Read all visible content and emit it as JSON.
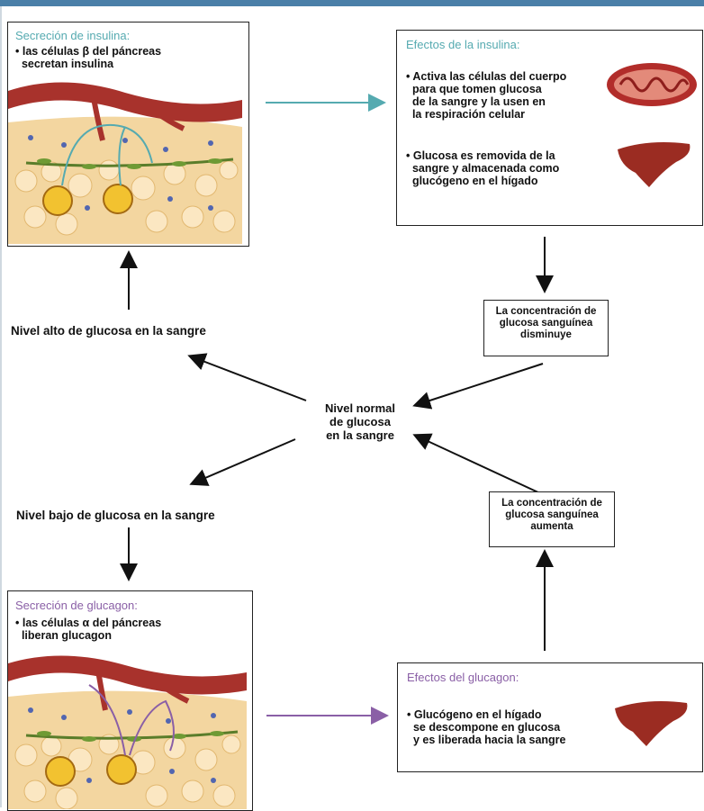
{
  "insulin_secretion": {
    "title": "Secreción de insulina:",
    "bullet": "• las células β del páncreas\n  secretan insulina"
  },
  "insulin_effects": {
    "title": "Efectos de la insulina:",
    "bullet1": "• Activa las células del cuerpo\n  para que tomen glucosa\n  de la sangre y la usen en\n  la respiración celular",
    "bullet2": "• Glucosa es removida de la\n  sangre y almacenada como\n  glucógeno en el hígado"
  },
  "glucose_decreases": "La concentración de glucosa  sanguínea disminuye",
  "glucose_increases": "La concentración de glucosa  sanguínea aumenta",
  "high_glucose": "Nivel alto de glucosa en la sangre",
  "low_glucose": "Nivel bajo de glucosa en la sangre",
  "normal_glucose": {
    "line1": "Nivel normal",
    "line2": "de glucosa",
    "line3": "en la sangre"
  },
  "glucagon_secretion": {
    "title": "Secreción de glucagon:",
    "bullet": "• las células α del páncreas\n  liberan glucagon"
  },
  "glucagon_effects": {
    "title": "Efectos del glucagon:",
    "bullet": "• Glucógeno en el hígado\n  se descompone en glucosa\n  y es liberada hacia la sangre"
  },
  "colors": {
    "insulin": "#55aab0",
    "glucagon": "#8a5fa6",
    "artery": "#a8322c",
    "tissue": "#f3d6a0",
    "liver": "#9b2c22"
  }
}
